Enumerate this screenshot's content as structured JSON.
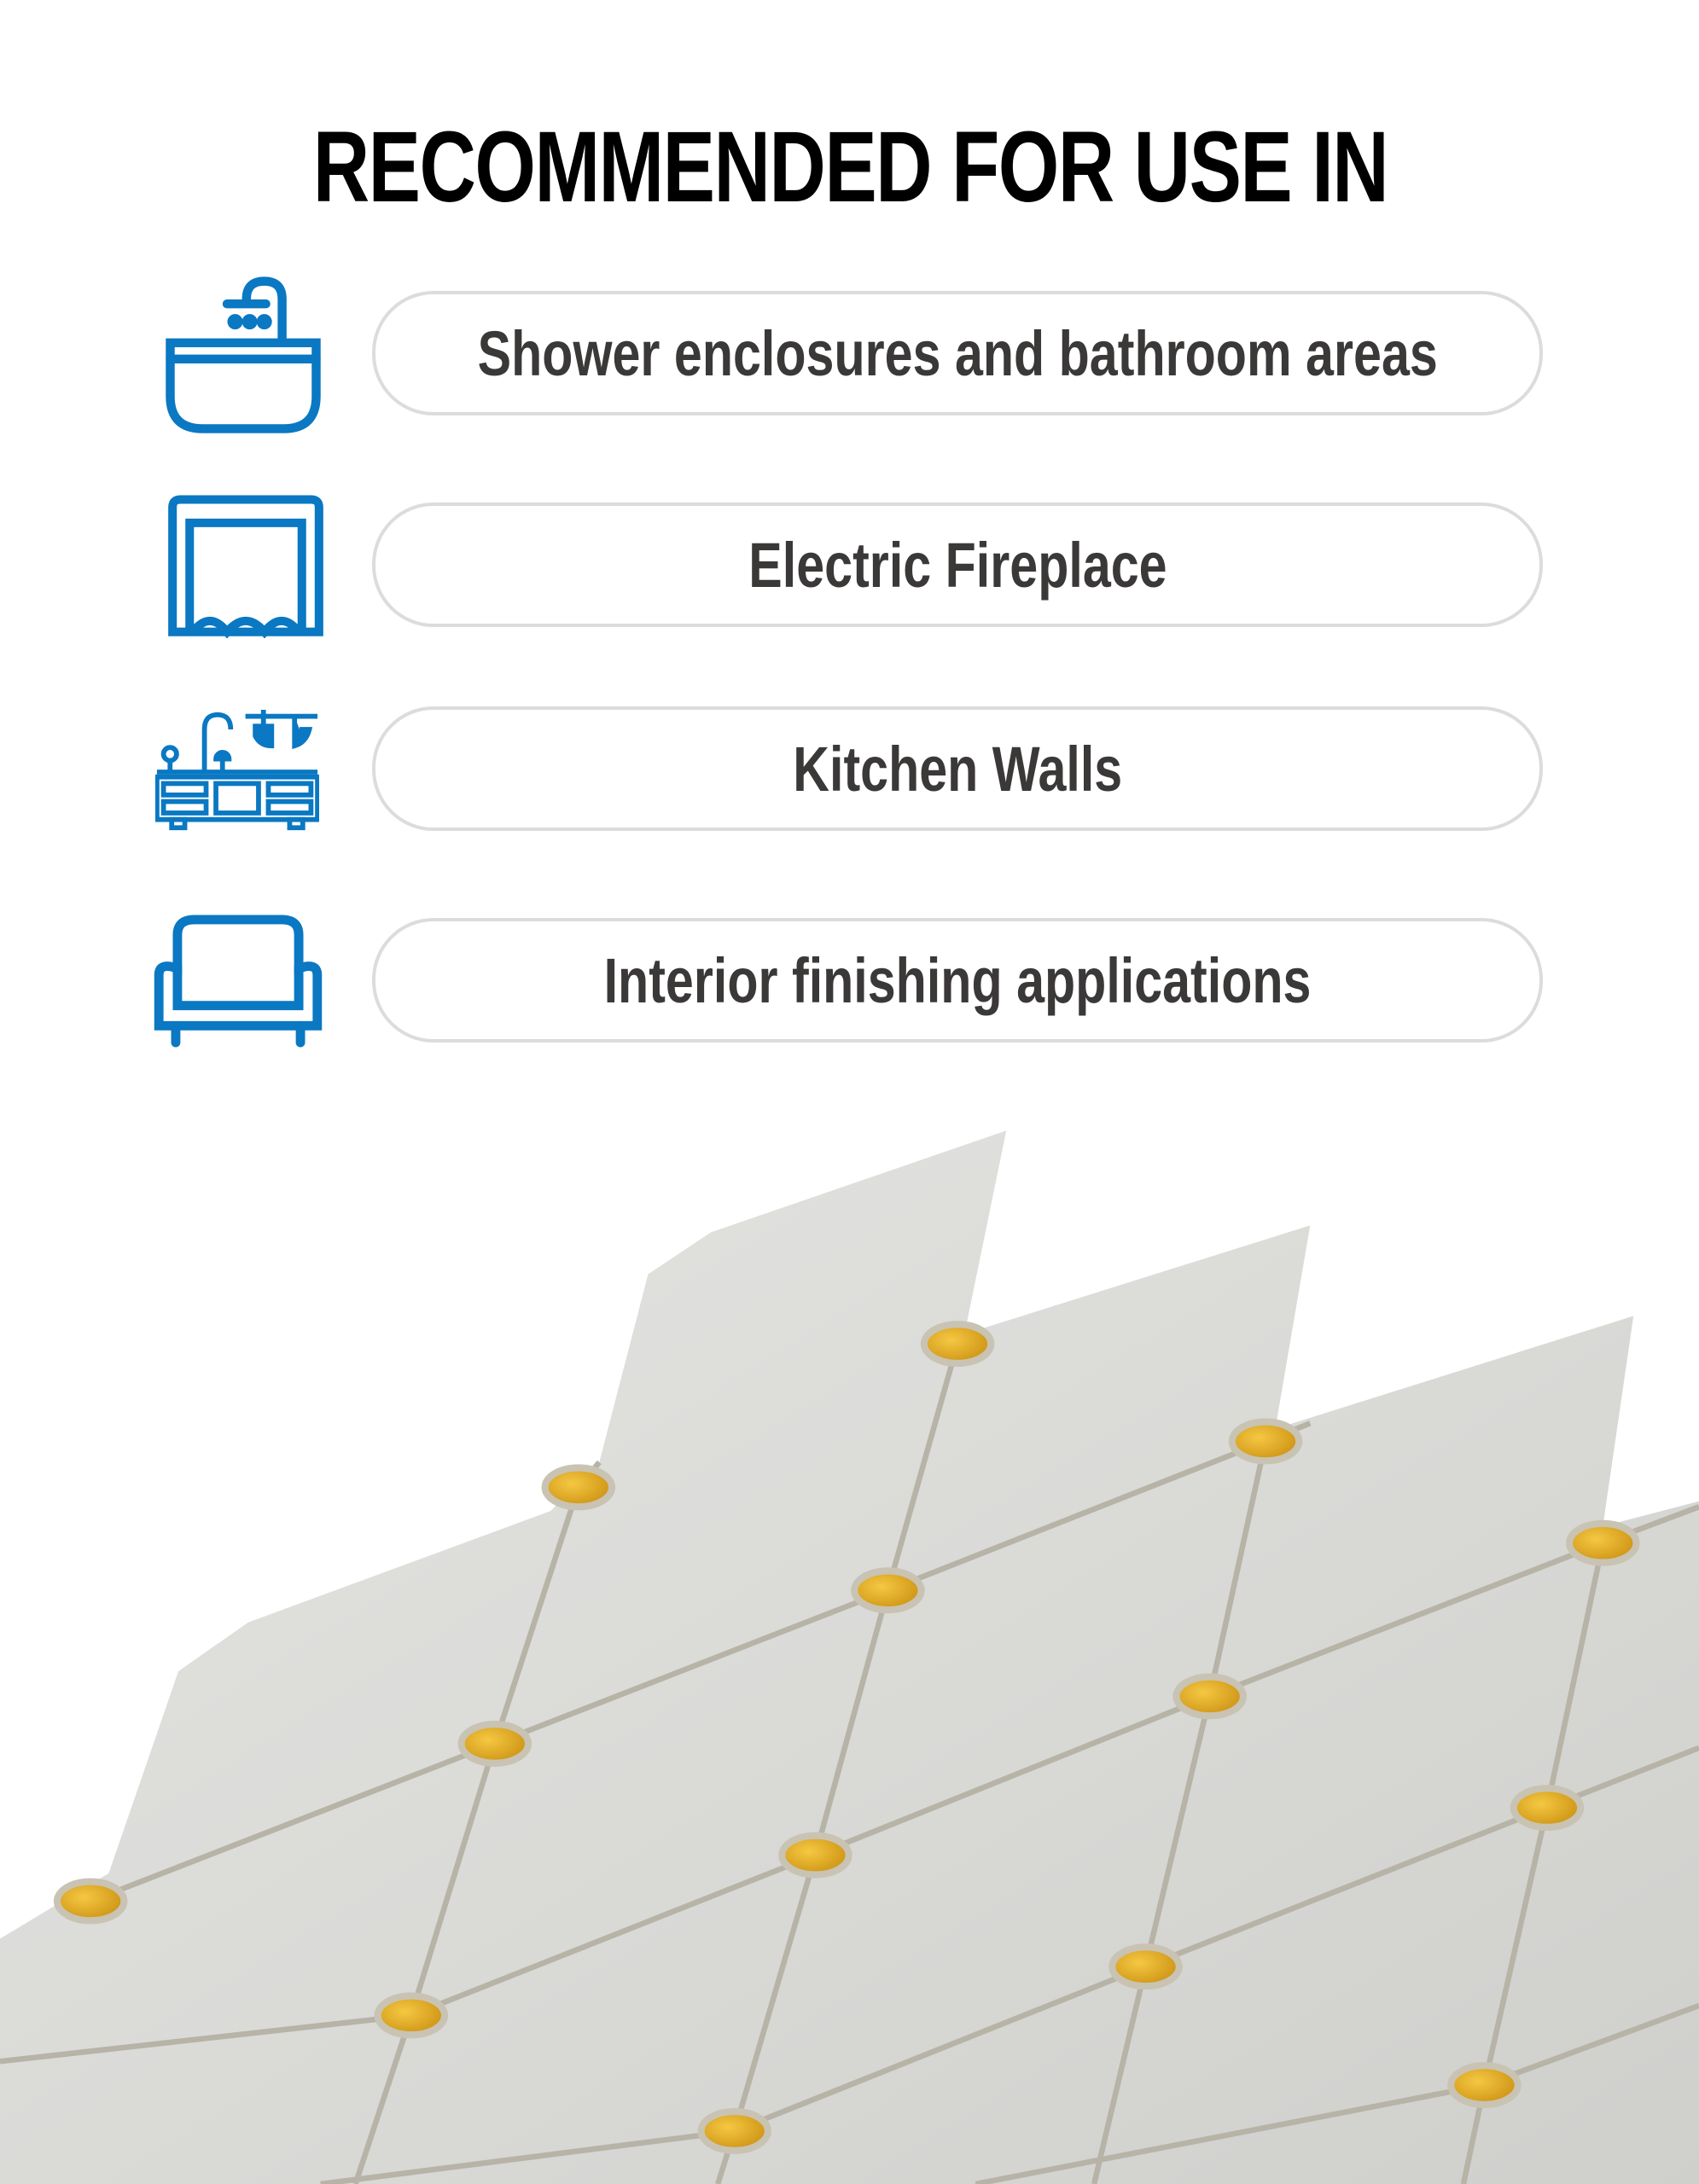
{
  "title": "RECOMMENDED FOR USE IN",
  "items": [
    {
      "label": "Shower enclosures and bathroom areas",
      "icon": "bathtub-icon"
    },
    {
      "label": "Electric Fireplace",
      "icon": "fireplace-icon"
    },
    {
      "label": "Kitchen Walls",
      "icon": "kitchen-icon"
    },
    {
      "label": "Interior finishing applications",
      "icon": "sofa-icon"
    }
  ],
  "colors": {
    "icon": "#0a78c2",
    "pill_border": "#dcdcdc",
    "text": "#3b3838",
    "gold": "#e0a81c"
  }
}
